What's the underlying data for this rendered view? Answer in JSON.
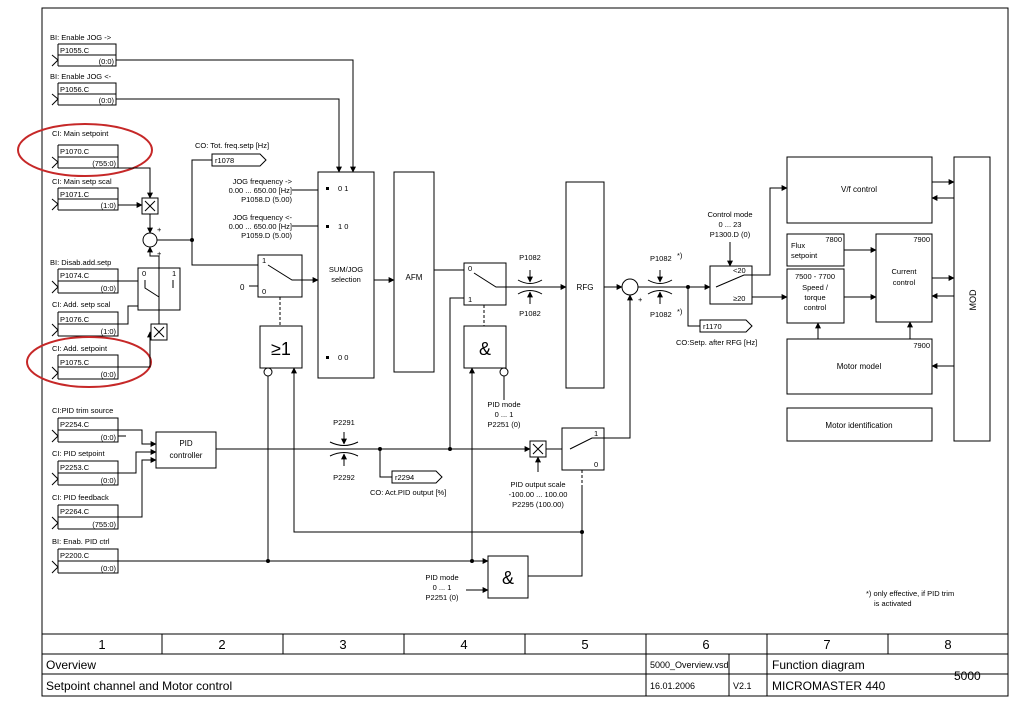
{
  "params": {
    "jog_right": {
      "label": "BI: Enable JOG ->",
      "param": "P1055.C",
      "default": "(0:0)"
    },
    "jog_left": {
      "label": "BI: Enable JOG <-",
      "param": "P1056.C",
      "default": "(0:0)"
    },
    "main_setp": {
      "label": "CI: Main setpoint",
      "param": "P1070.C",
      "default": "(755:0)"
    },
    "main_scal": {
      "label": "CI: Main setp scal",
      "param": "P1071.C",
      "default": "(1:0)"
    },
    "disab_add": {
      "label": "BI: Disab.add.setp",
      "param": "P1074.C",
      "default": "(0:0)"
    },
    "add_scal": {
      "label": "CI: Add. setp scal",
      "param": "P1076.C",
      "default": "(1:0)"
    },
    "add_setp": {
      "label": "CI: Add. setpoint",
      "param": "P1075.C",
      "default": "(0:0)"
    },
    "pid_trim": {
      "label": "CI:PID trim source",
      "param": "P2254.C",
      "default": "(0:0)"
    },
    "pid_setp": {
      "label": "CI: PID setpoint",
      "param": "P2253.C",
      "default": "(0:0)"
    },
    "pid_fb": {
      "label": "CI: PID feedback",
      "param": "P2264.C",
      "default": "(755:0)"
    },
    "pid_enab": {
      "label": "BI: Enab. PID ctrl",
      "param": "P2200.C",
      "default": "(0:0)"
    }
  },
  "tot_freq": {
    "label": "CO: Tot. freq.setp [Hz]",
    "param": "r1078"
  },
  "jog_freq_right": {
    "line1": "JOG frequency ->",
    "line2": "0.00 ... 650.00  [Hz]",
    "line3": "P1058.D (5.00)"
  },
  "jog_freq_left": {
    "line1": "JOG frequency <-",
    "line2": "0.00 ... 650.00  [Hz]",
    "line3": "P1059.D (5.00)"
  },
  "blocks": {
    "sumjog": "SUM/JOG\nselection",
    "sumjog_line1": "SUM/JOG",
    "sumjog_line2": "selection",
    "afm": "AFM",
    "rfg": "RFG",
    "pid_line1": "PID",
    "pid_line2": "controller",
    "or_gate": "≥1",
    "and_gate": "&",
    "vf": "V/f control",
    "flux_line1": "Flux",
    "flux_line2": "setpoint",
    "flux_num": "7800",
    "speed_line1": "7500 - 7700",
    "speed_line2": "Speed /",
    "speed_line3": "torque",
    "speed_line4": "control",
    "current_line1": "Current",
    "current_line2": "control",
    "current_num": "7900",
    "motor_model": "Motor model",
    "motor_model_num": "7900",
    "motor_id": "Motor identification",
    "mod": "MOD"
  },
  "sumjog_states": [
    "0  1",
    "1  0",
    "0  0"
  ],
  "switch_labels": {
    "zero": "0",
    "one": "1"
  },
  "p1082": "P1082",
  "p1082_star": "P1082",
  "star": "*)",
  "p2291": "P2291",
  "p2292": "P2292",
  "r2294": {
    "param": "r2294",
    "label": "CO: Act.PID output [%]"
  },
  "r1170": {
    "param": "r1170",
    "label": "CO:Setp. after RFG [Hz]"
  },
  "control_mode": {
    "line1": "Control mode",
    "line2": "0 ... 23",
    "line3": "P1300.D (0)",
    "lt20": "<20",
    "ge20": "≥20"
  },
  "pid_mode_1": {
    "line1": "PID mode",
    "line2": "0 ... 1",
    "line3": "P2251 (0)"
  },
  "pid_mode_2": {
    "line1": "PID mode",
    "line2": "0 ... 1",
    "line3": "P2251 (0)"
  },
  "pid_out_scale": {
    "line1": "PID output scale",
    "line2": "-100.00 ... 100.00",
    "line3": "P2295 (100.00)"
  },
  "footnote": {
    "line1": "*) only effective, if PID trim",
    "line2": "is activated"
  },
  "footer": {
    "cols": [
      "1",
      "2",
      "3",
      "4",
      "5",
      "6",
      "7",
      "8"
    ],
    "overview": "Overview",
    "subtitle": "Setpoint channel and Motor control",
    "file": "5000_Overview.vsd",
    "date": "16.01.2006",
    "version": "V2.1",
    "func_diagram": "Function diagram",
    "product": "MICROMASTER 440",
    "page": "5000"
  }
}
